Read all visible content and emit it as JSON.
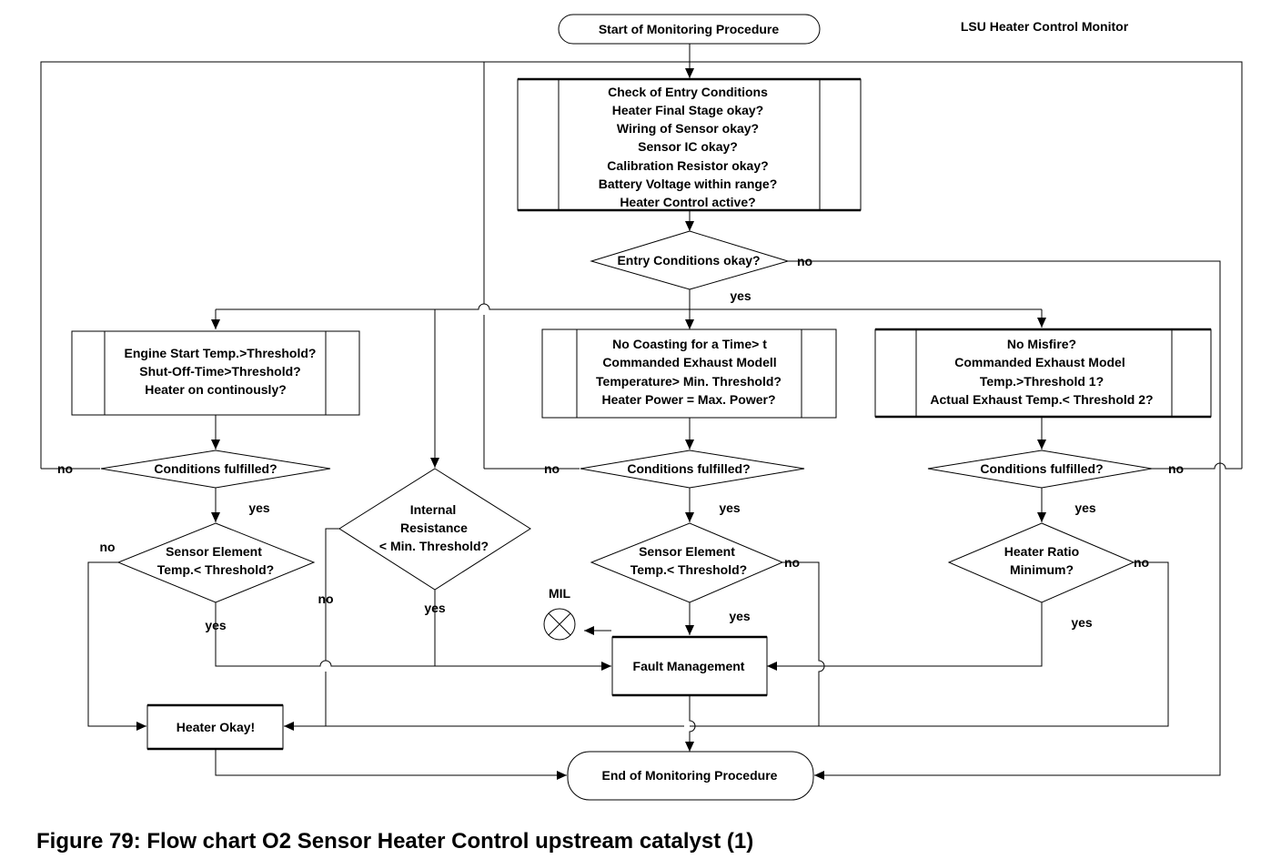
{
  "title": "LSU Heater Control Monitor",
  "caption": "Figure 79: Flow chart O2 Sensor Heater Control upstream catalyst (1)",
  "nodes": {
    "start": "Start of Monitoring Procedure",
    "entry_check": [
      "Check of Entry Conditions",
      "Heater Final Stage okay?",
      "Wiring of Sensor okay?",
      "Sensor IC okay?",
      "Calibration Resistor okay?",
      "Battery Voltage within range?",
      "Heater Control active?"
    ],
    "entry_ok": "Entry Conditions okay?",
    "cond_left": [
      "Engine Start Temp.>Threshold?",
      "Shut-Off-Time>Threshold?",
      "Heater on continously?"
    ],
    "cond_mid": [
      "No Coasting for a Time> t",
      "Commanded Exhaust Modell",
      "Temperature> Min. Threshold?",
      "Heater Power = Max. Power?"
    ],
    "cond_right": [
      "No Misfire?",
      "Commanded Exhaust Model",
      "Temp.>Threshold 1?",
      "Actual Exhaust Temp.< Threshold 2?"
    ],
    "fulfilled": "Conditions fulfilled?",
    "internal_resistance": [
      "Internal",
      "Resistance",
      "< Min. Threshold?"
    ],
    "sensor_elem": [
      "Sensor Element",
      "Temp.< Threshold?"
    ],
    "heater_ratio": [
      "Heater Ratio",
      "Minimum?"
    ],
    "fault": "Fault Management",
    "heater_okay": "Heater Okay!",
    "end": "End of Monitoring Procedure",
    "mil": "MIL"
  },
  "labels": {
    "yes": "yes",
    "no": "no"
  }
}
